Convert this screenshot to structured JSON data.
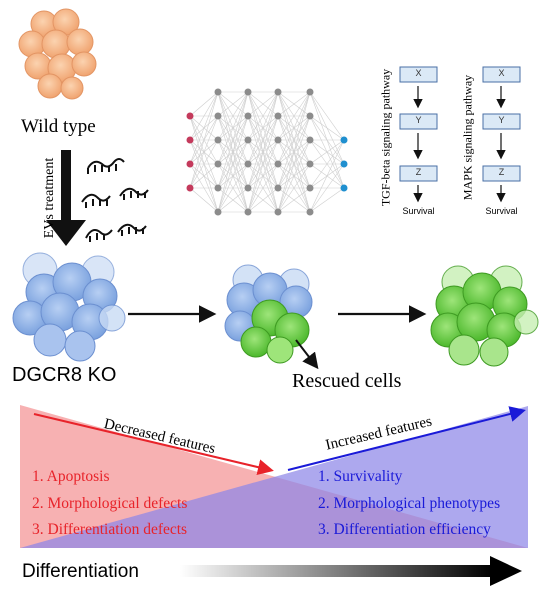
{
  "labels": {
    "wild_type": "Wild type",
    "evs_treatment": "EVs treatment",
    "dgcr8_ko": "DGCR8 KO",
    "rescued_cells": "Rescued cells",
    "decreased_features": "Decreased features",
    "increased_features": "Increased features",
    "differentiation": "Differentiation",
    "tgf_pathway": "TGF-beta signaling pathway",
    "mapk_pathway": "MAPK signaling pathway"
  },
  "pathway_boxes": {
    "x": "X",
    "y": "Y",
    "z": "Z",
    "survival": "Survival"
  },
  "decreased_list": [
    "1. Apoptosis",
    "2. Morphological defects",
    "3. Differentiation defects"
  ],
  "increased_list": [
    "1. Survivality",
    "2. Morphological phenotypes",
    "3. Differentiation efficiency"
  ],
  "colors": {
    "decreased": "#e8232a",
    "increased": "#1a1ad8",
    "red_triangle": "#f6a8aa",
    "blue_triangle": "#a9a4ee",
    "wild_type_cell": "#f6b98a",
    "ko_cell": "#8fb3e8",
    "rescued_cell": "#6fcf4a",
    "nn_input": "#c43a5c",
    "nn_hidden": "#8c8c8c",
    "nn_output": "#1f8fcf"
  }
}
